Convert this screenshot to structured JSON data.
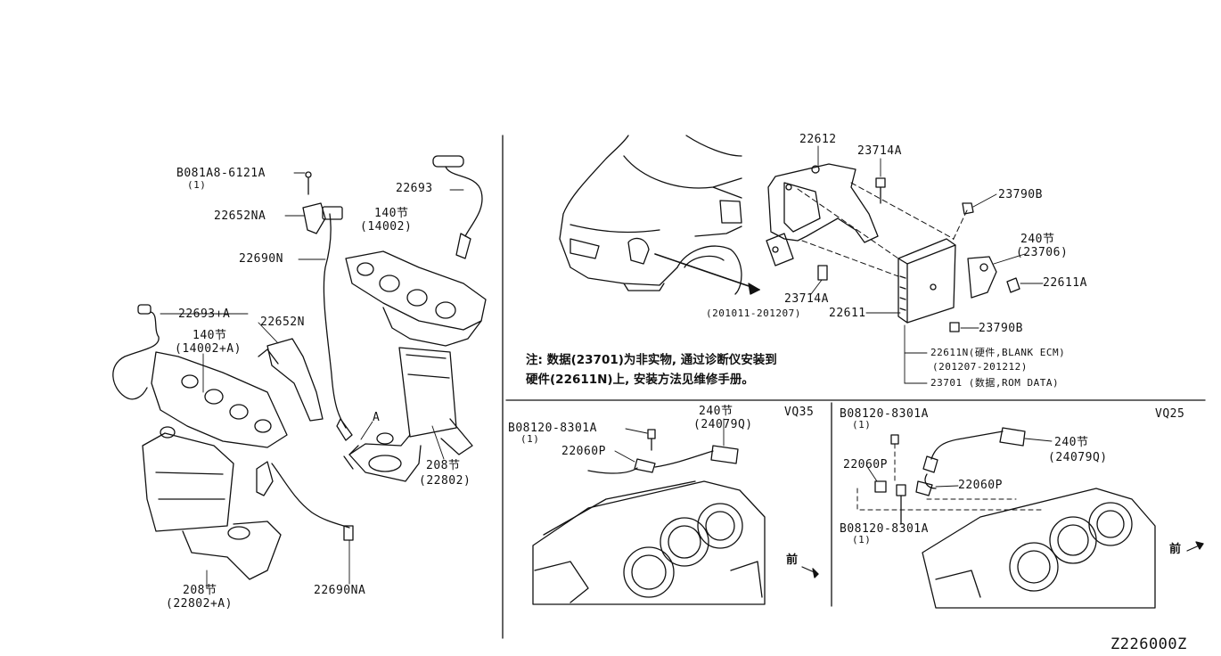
{
  "left": {
    "bolt_top": "B081A8-6121A",
    "bolt_top_qty": "(1)",
    "p22652NA": "22652NA",
    "p22690N": "22690N",
    "p22693": "22693",
    "p140_rear": "140节",
    "p14002": "(14002)",
    "p22693A": "22693+A",
    "p140_front": "140节",
    "p14002A": "(14002+A)",
    "p22652N": "22652N",
    "p208_rear": "208节",
    "p22802": "(22802)",
    "p208_front": "208节",
    "p22802A": "(22802+A)",
    "p22690NA": "22690NA",
    "mark_a": "A"
  },
  "ecm": {
    "p22612": "22612",
    "p23714A_top": "23714A",
    "p23790B_top": "23790B",
    "p240": "240节",
    "p23706": "(23706)",
    "p22611A": "22611A",
    "p23714A_low": "23714A",
    "date1": "(201011-201207)",
    "p22611": "22611",
    "p23790B_low": "23790B",
    "p22611N": "22611N(硬件,BLANK ECM)",
    "date2": "(201207-201212)",
    "p23701": "23701  (数据,ROM DATA)",
    "note_line1": "注:  数据(23701)为非实物, 通过诊断仪安装到",
    "note_line2": "硬件(22611N)上, 安装方法见维修手册。"
  },
  "vq35": {
    "engine": "VQ35",
    "bolt": "B08120-8301A",
    "bolt_qty": "(1)",
    "p240": "240节",
    "p24079Q": "(24079Q)",
    "p22060P": "22060P",
    "front": "前"
  },
  "vq25": {
    "engine": "VQ25",
    "bolt_top": "B08120-8301A",
    "bolt_top_qty": "(1)",
    "p240": "240节",
    "p24079Q": "(24079Q)",
    "p22060P_a": "22060P",
    "p22060P_b": "22060P",
    "bolt_low": "B08120-8301A",
    "bolt_low_qty": "(1)",
    "front": "前"
  },
  "diagram_code": "Z226000Z"
}
